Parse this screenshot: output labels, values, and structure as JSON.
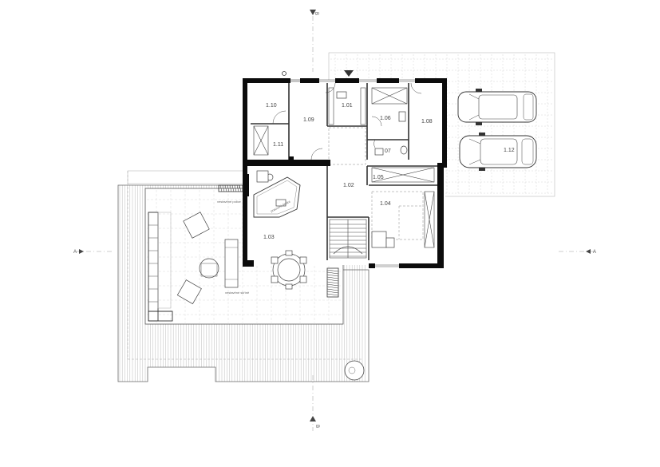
{
  "rooms": {
    "r101": "1.01",
    "r102": "1.02",
    "r103": "1.03",
    "r104": "1.04",
    "r105": "1.05",
    "r106": "1.06",
    "r107": "07",
    "r108": "1.08",
    "r109": "1.09",
    "r110": "1.10",
    "r111": "1.11",
    "r112": "1.12"
  },
  "notes": {
    "upper_left": "vestavěné police",
    "kitchen": "pracovní deska",
    "lower": "vestavěné skříně"
  },
  "section_markers": {
    "top": "B",
    "bottom": "B",
    "left": "A",
    "right": "A"
  },
  "colors": {
    "wall": "#0c0c0c",
    "line": "#444444",
    "hatch": "#aaaaaa"
  }
}
